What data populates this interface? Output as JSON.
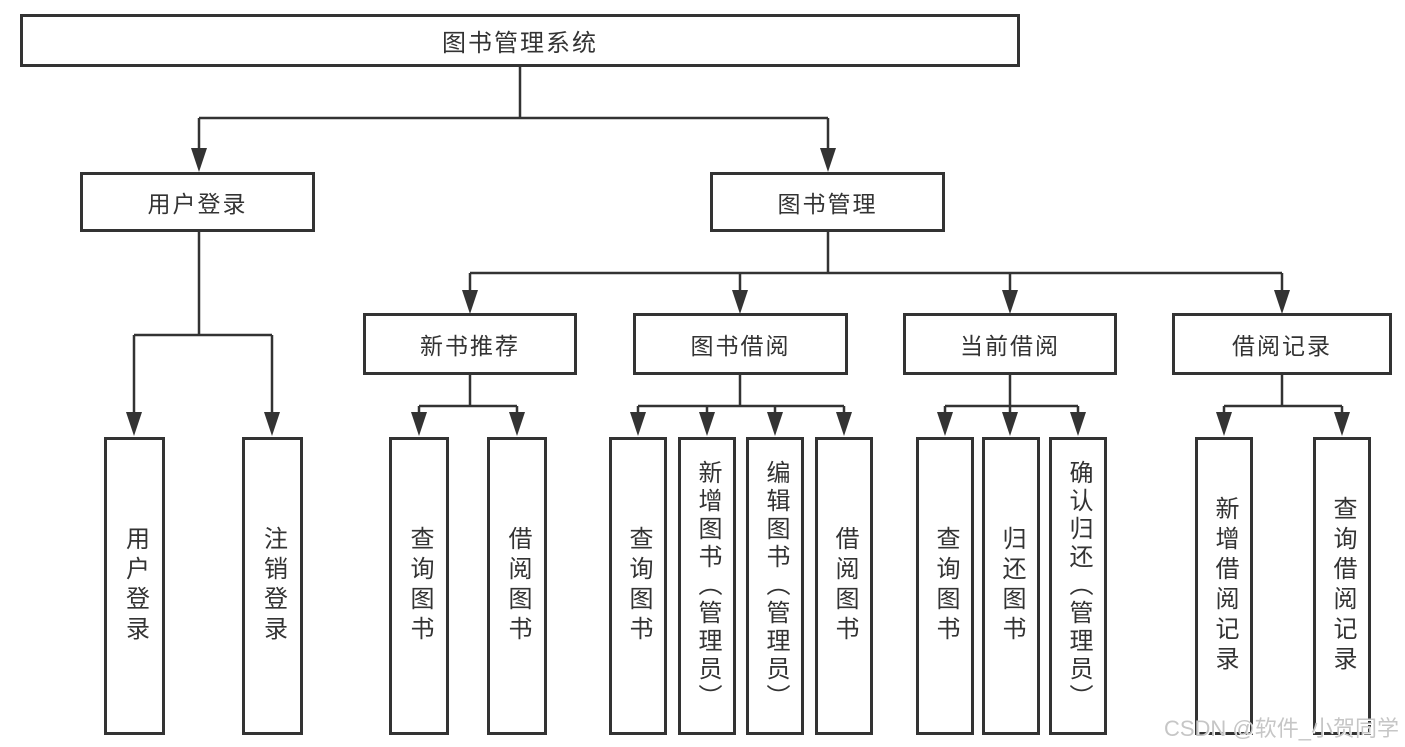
{
  "diagram": {
    "title": "图书管理系统",
    "root": {
      "label": "图书管理系统"
    },
    "l2": [
      {
        "label": "用户登录"
      },
      {
        "label": "图书管理"
      }
    ],
    "l3": [
      {
        "parent": "图书管理",
        "label": "新书推荐"
      },
      {
        "parent": "图书管理",
        "label": "图书借阅"
      },
      {
        "parent": "图书管理",
        "label": "当前借阅"
      },
      {
        "parent": "图书管理",
        "label": "借阅记录"
      }
    ],
    "leaves": [
      {
        "parent": "用户登录",
        "label": "用户登录"
      },
      {
        "parent": "用户登录",
        "label": "注销登录"
      },
      {
        "parent": "新书推荐",
        "label": "查询图书"
      },
      {
        "parent": "新书推荐",
        "label": "借阅图书"
      },
      {
        "parent": "图书借阅",
        "label": "查询图书"
      },
      {
        "parent": "图书借阅",
        "label": "新增图书（管理员）"
      },
      {
        "parent": "图书借阅",
        "label": "编辑图书（管理员）"
      },
      {
        "parent": "图书借阅",
        "label": "借阅图书"
      },
      {
        "parent": "当前借阅",
        "label": "查询图书"
      },
      {
        "parent": "当前借阅",
        "label": "归还图书"
      },
      {
        "parent": "当前借阅",
        "label": "确认归还（管理员）"
      },
      {
        "parent": "借阅记录",
        "label": "新增借阅记录"
      },
      {
        "parent": "借阅记录",
        "label": "查询借阅记录"
      }
    ]
  },
  "watermark": {
    "text": "CSDN @软件_小贺同学"
  },
  "colors": {
    "line": "#333333",
    "text": "#333333",
    "watermark": "#c6c6c6",
    "background": "#ffffff"
  }
}
